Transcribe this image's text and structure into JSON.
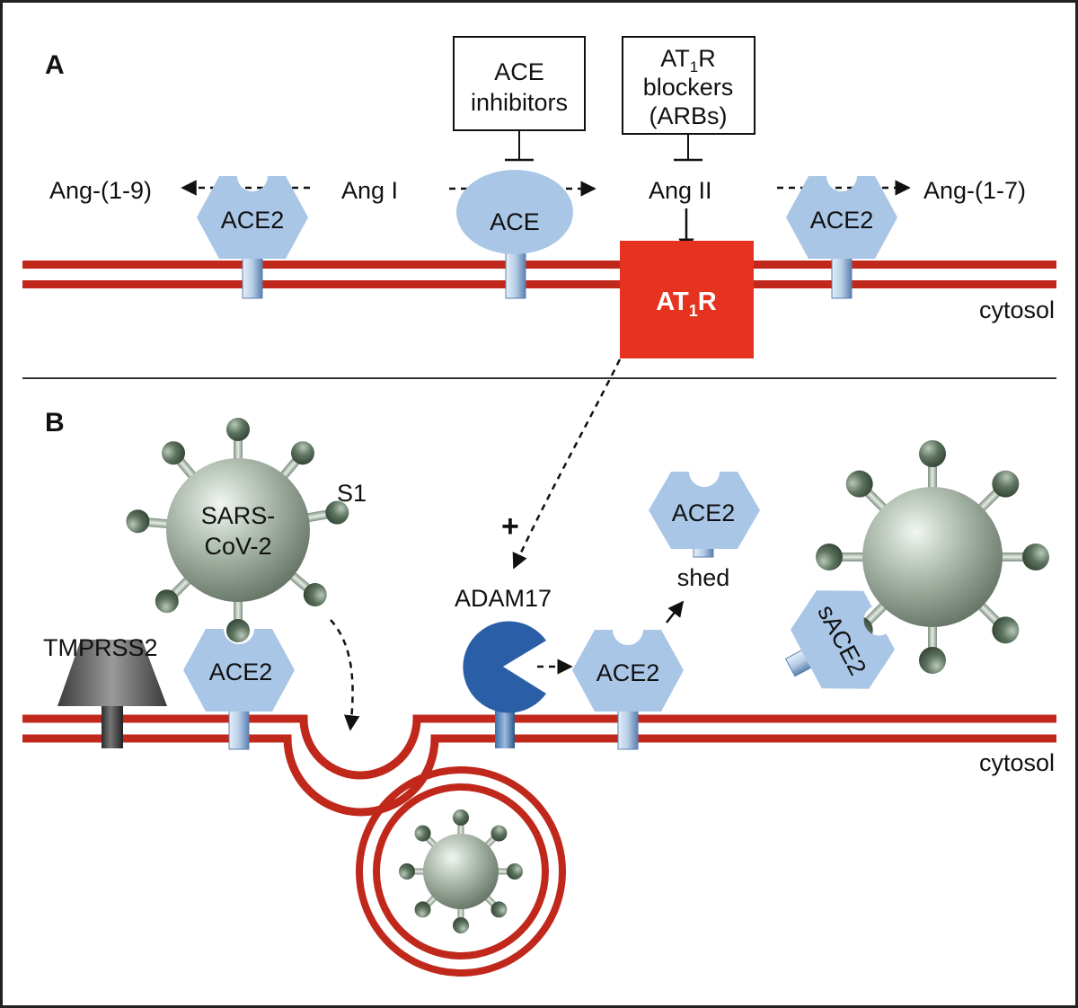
{
  "panel_a": {
    "letter": "A",
    "ace_inhibitors": [
      "ACE",
      "inhibitors"
    ],
    "arb_box": {
      "line1_main": "AT",
      "line1_sub": "1",
      "line1_end": "R",
      "line2": "blockers",
      "line3": "(ARBs)"
    },
    "ang_1_9": "Ang-(1-9)",
    "ang_i": "Ang I",
    "ang_ii": "Ang II",
    "ang_1_7": "Ang-(1-7)",
    "ace2_left": "ACE2",
    "ace": "ACE",
    "ace2_right": "ACE2",
    "at1r": {
      "main": "AT",
      "sub": "1",
      "end": "R"
    },
    "cytosol": "cytosol"
  },
  "panel_b": {
    "letter": "B",
    "virus_label_1": "SARS-",
    "virus_label_2": "CoV-2",
    "s1": "S1",
    "tmprss2": "TMPRSS2",
    "ace2_bound": "ACE2",
    "plus": "+",
    "adam17": "ADAM17",
    "ace2_membrane": "ACE2",
    "ace2_shed": "ACE2",
    "shed": "shed",
    "sace2": "sACE2",
    "cytosol": "cytosol"
  },
  "colors": {
    "membrane": "#c0281c",
    "ace2_fill": "#a9c6e6",
    "ace_fill": "#a9c6e6",
    "at1r_fill": "#e5331f",
    "adam17_fill": "#2a5fa8",
    "virus_fill": "#9aaa9a",
    "tmprss2_fill": "#6a6a6a",
    "stalk_fill": "#c8dcef"
  }
}
